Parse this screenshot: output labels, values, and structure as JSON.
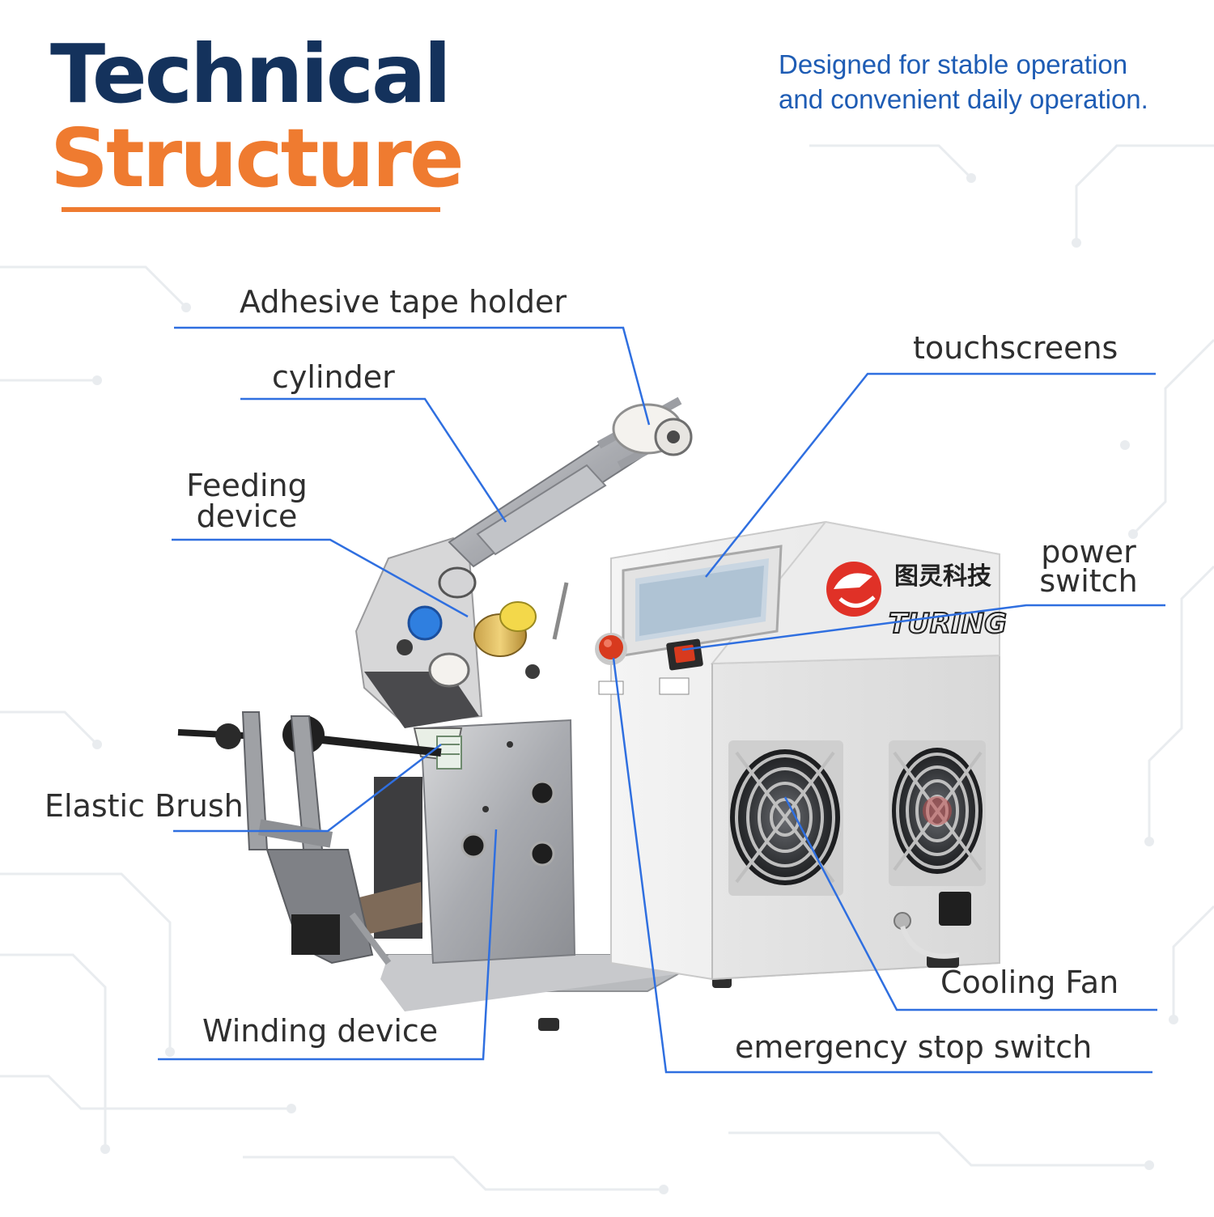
{
  "title": {
    "line1": "Technical",
    "line2": "Structure"
  },
  "tagline": {
    "line1": "Designed for stable operation",
    "line2": "and convenient daily operation."
  },
  "machine": {
    "logo_cn": "图灵科技",
    "logo_en": "TURING"
  },
  "callouts": {
    "adhesive_tape_holder": "Adhesive tape holder",
    "cylinder": "cylinder",
    "feeding_device": {
      "line1": "Feeding",
      "line2": "device"
    },
    "elastic_brush": "Elastic Brush",
    "winding_device": "Winding device",
    "touchscreens": "touchscreens",
    "power_switch": {
      "line1": "power",
      "line2": "switch"
    },
    "cooling_fan": "Cooling Fan",
    "emergency_stop_switch": "emergency stop switch"
  },
  "colors": {
    "title_navy": "#14325c",
    "title_orange": "#ef7b30",
    "tagline_blue": "#1e5cb4",
    "leader_blue": "#2f6fe0",
    "label_text": "#2f2f2f",
    "emergency_red": "#d83a1e"
  }
}
